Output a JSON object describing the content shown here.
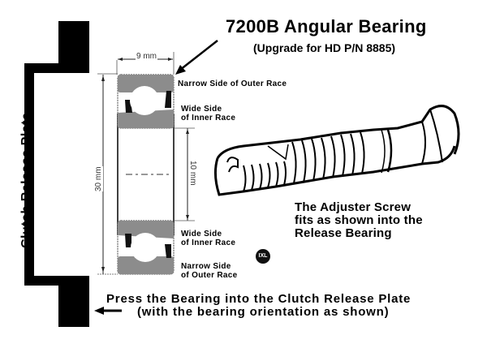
{
  "header": {
    "title": "7200B Angular Bearing",
    "subtitle": "(Upgrade for HD P/N 8885)"
  },
  "plate": {
    "label": "Clutch Release Plate"
  },
  "bearing": {
    "width_dim": "9 mm",
    "outer_dim": "30 mm",
    "inner_dim": "10 mm",
    "colors": {
      "race": "#8c8c8c",
      "ball": "#ffffff",
      "outline": "#000000"
    }
  },
  "labels": {
    "top_outer": "Narrow Side of Outer Race",
    "top_inner_line1": "Wide Side",
    "top_inner_line2": "of Inner Race",
    "bottom_inner_line1": "Wide Side",
    "bottom_inner_line2": "of Inner Race",
    "bottom_outer_line1": "Narrow Side",
    "bottom_outer_line2": "of Outer Race"
  },
  "screw": {
    "line1": "The Adjuster Screw",
    "line2": "fits as shown into the",
    "line3": "Release Bearing"
  },
  "logo": {
    "text": "IXL"
  },
  "instructions": {
    "line1": "Press the Bearing into the Clutch Release Plate",
    "line2": "(with the bearing orientation as shown)"
  }
}
